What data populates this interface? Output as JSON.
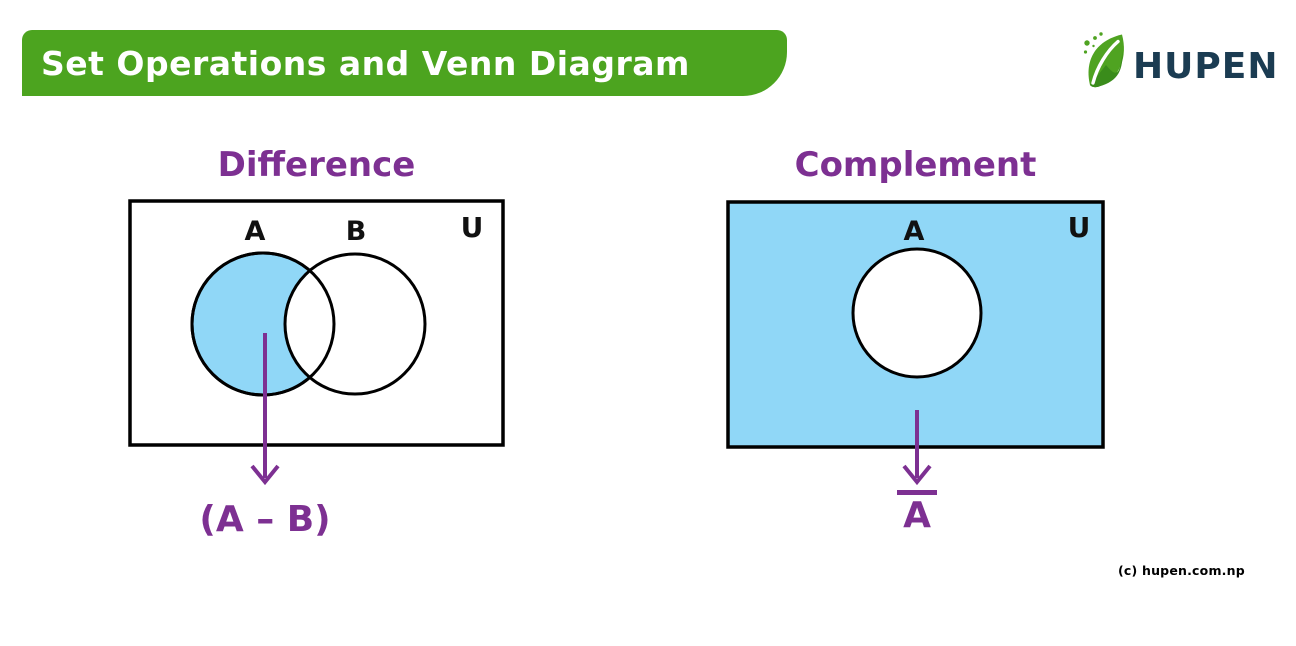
{
  "banner": {
    "title": "Set Operations and Venn Diagram",
    "bg_color": "#4CA41F",
    "text_color": "#FFFFFF"
  },
  "logo": {
    "brand": "HUPEN",
    "icon": "leaf-icon",
    "brand_color": "#1B3C52",
    "leaf_color": "#4FA321"
  },
  "diagrams": {
    "difference": {
      "title": "Difference",
      "universe_label": "U",
      "set_a_label": "A",
      "set_b_label": "B",
      "result_label": "(A – B)",
      "shaded_color": "#90D7F7"
    },
    "complement": {
      "title": "Complement",
      "universe_label": "U",
      "set_a_label": "A",
      "result_label": "A",
      "result_notation": "overbar",
      "shaded_color": "#90D7F7"
    }
  },
  "footer": {
    "credit": "(c) hupen.com.np"
  },
  "colors": {
    "heading_purple": "#7D3092",
    "arrow_purple": "#7D3092",
    "outline_black": "#000000"
  }
}
